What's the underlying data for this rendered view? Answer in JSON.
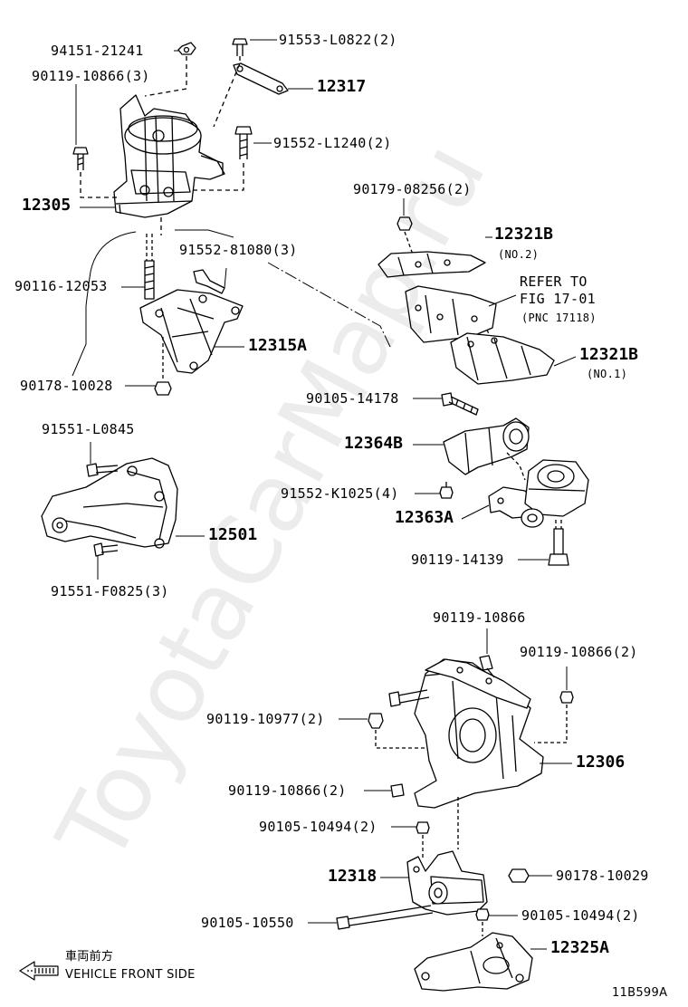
{
  "labels": {
    "p94151": "94151-21241",
    "p90119a": "90119-10866(3)",
    "p91553": "91553-L0822(2)",
    "p12317": "12317",
    "p91552a": "91552-L1240(2)",
    "p12305": "12305",
    "p91552b": "91552-81080(3)",
    "p90116": "90116-12053",
    "p12315a": "12315A",
    "p90178a": "90178-10028",
    "p91551a": "91551-L0845",
    "p12501": "12501",
    "p91551b": "91551-F0825(3)",
    "p90179": "90179-08256(2)",
    "p12321b_1": "12321B",
    "p12321b_1_note": "(NO.2)",
    "refer_line1": "REFER TO",
    "refer_line2": "FIG 17-01",
    "refer_line3": "(PNC 17118)",
    "p12321b_2": "12321B",
    "p12321b_2_note": "(NO.1)",
    "p90105a": "90105-14178",
    "p12364b": "12364B",
    "p91552c": "91552-K1025(4)",
    "p12363a": "12363A",
    "p90119b": "90119-14139",
    "p90119c": "90119-10866",
    "p90119d": "90119-10866(2)",
    "p90119e": "90119-10977(2)",
    "p12306": "12306",
    "p90119f": "90119-10866(2)",
    "p90105b": "90105-10494(2)",
    "p12318": "12318",
    "p90178b": "90178-10029",
    "p90105c": "90105-10550",
    "p90105d": "90105-10494(2)",
    "p12325a": "12325A"
  },
  "front_label_jp": "車両前方",
  "front_label_en": "VEHICLE FRONT SIDE",
  "figure_code": "11B599A",
  "watermark": "ToyotaCarMap.ru"
}
